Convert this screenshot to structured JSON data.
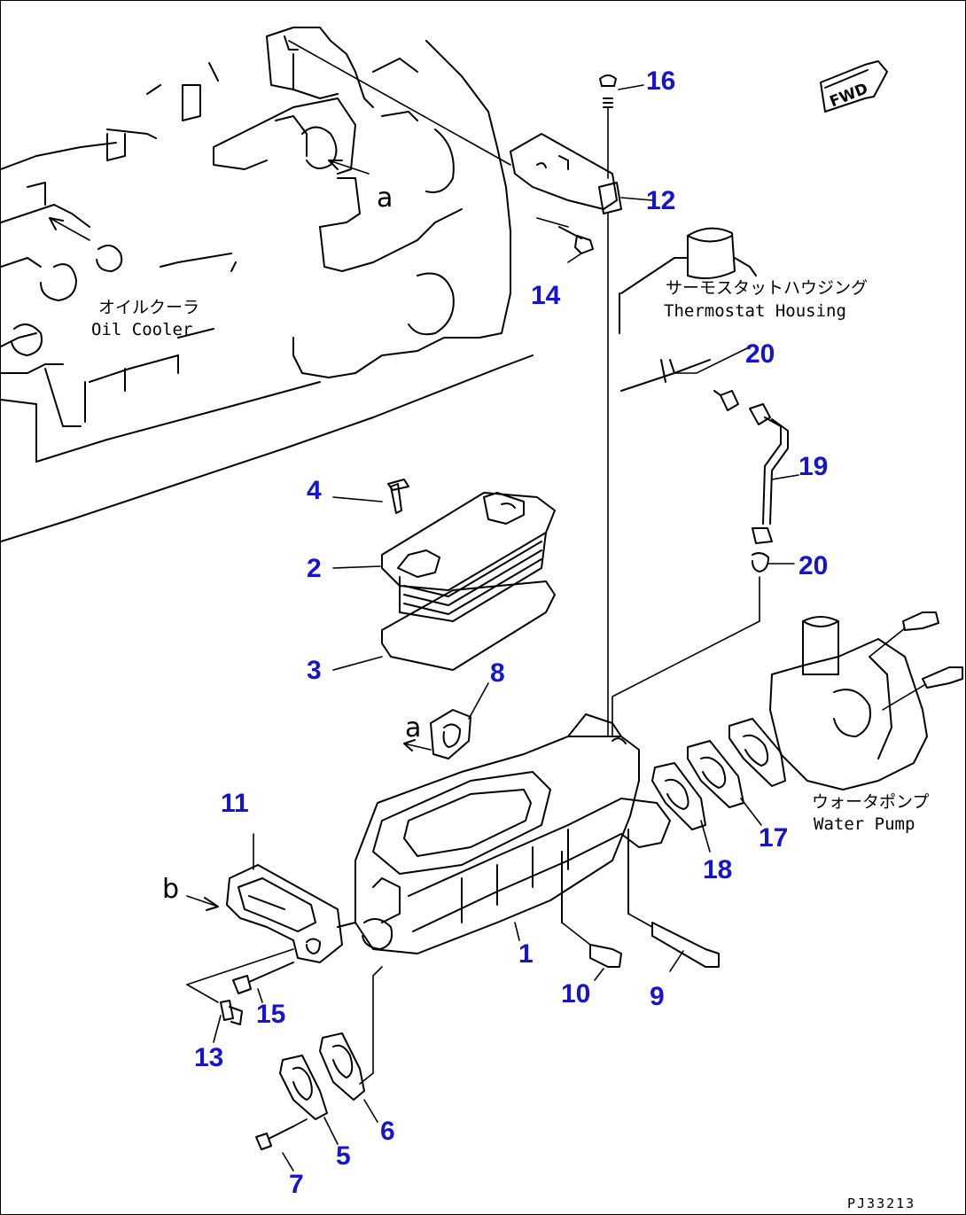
{
  "callouts": [
    {
      "num": "1"
    },
    {
      "num": "2"
    },
    {
      "num": "3"
    },
    {
      "num": "4"
    },
    {
      "num": "5"
    },
    {
      "num": "6"
    },
    {
      "num": "7"
    },
    {
      "num": "8"
    },
    {
      "num": "9"
    },
    {
      "num": "10"
    },
    {
      "num": "11"
    },
    {
      "num": "12"
    },
    {
      "num": "13"
    },
    {
      "num": "14"
    },
    {
      "num": "15"
    },
    {
      "num": "16"
    },
    {
      "num": "17"
    },
    {
      "num": "18"
    },
    {
      "num": "19"
    },
    {
      "num": "20"
    },
    {
      "num": "20"
    }
  ],
  "labels": {
    "oil_cooler_jp": "オイルクーラ",
    "oil_cooler_en": "Oil Cooler",
    "thermostat_jp": "サーモスタットハウジング",
    "thermostat_en": "Thermostat Housing",
    "water_pump_jp": "ウォータポンプ",
    "water_pump_en": "Water Pump",
    "ref_a_top": "a",
    "ref_a_mid": "a",
    "ref_b": "b",
    "fwd": "FWD",
    "drawing_code": "PJ33213"
  },
  "colors": {
    "callout": "#1414d2",
    "line": "#000000",
    "background": "#ffffff"
  }
}
